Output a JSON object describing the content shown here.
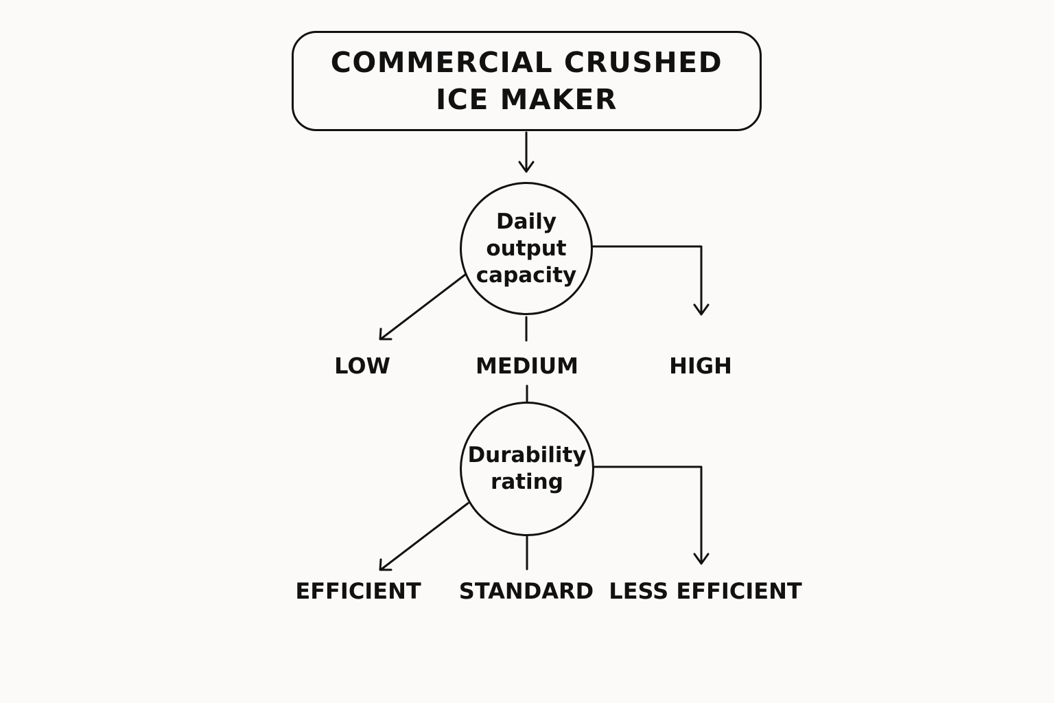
{
  "title": "COMMERCIAL CRUSHED ICE MAKER",
  "decision_nodes": [
    {
      "id": "capacity",
      "label": "Daily output capacity",
      "options": [
        "LOW",
        "MEDIUM",
        "HIGH"
      ]
    },
    {
      "id": "durability",
      "label": "Durability rating",
      "options": [
        "EFFICIENT",
        "STANDARD",
        "LESS EFFICIENT"
      ]
    }
  ],
  "colors": {
    "background": "#fbfaf8",
    "stroke": "#111111",
    "text": "#111111"
  }
}
